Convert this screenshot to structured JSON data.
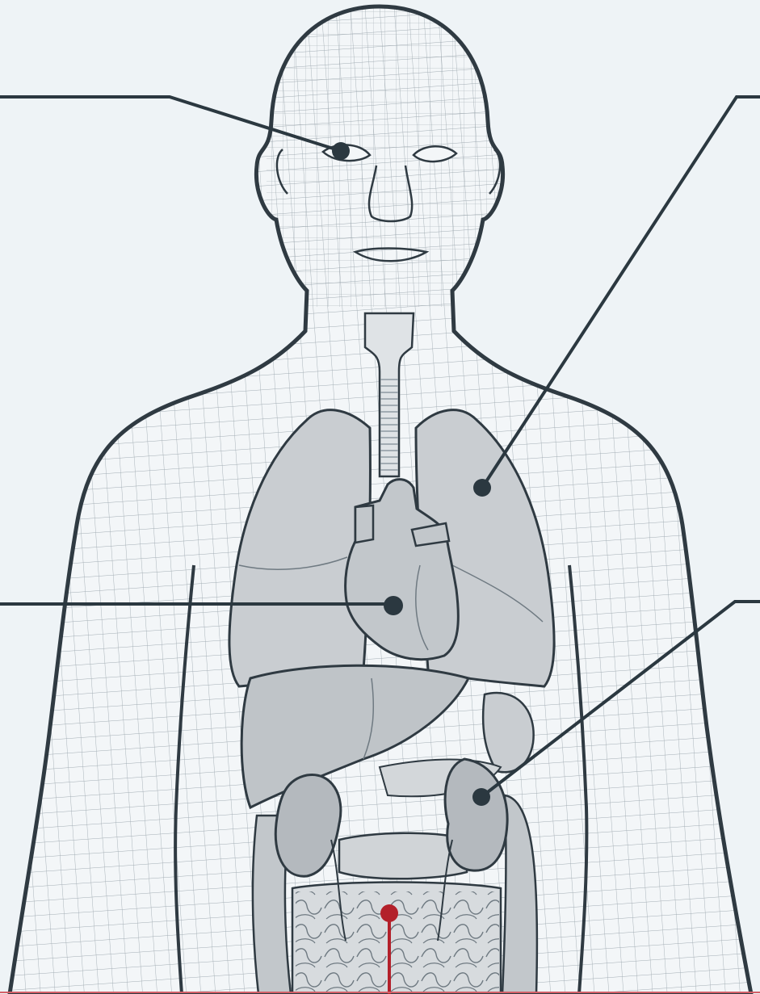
{
  "colors": {
    "background": "#eef3f6",
    "outline": "#2f3a42",
    "mesh": "#8e9aa2",
    "organ_fill": "#c9cdd1",
    "organ_dark": "#b4b9be",
    "marker": "#2b3840",
    "accent_red": "#b3202a"
  },
  "labels": [
    {
      "id": "eye",
      "text": ""
    },
    {
      "id": "lung",
      "text": ""
    },
    {
      "id": "heart",
      "text": ""
    },
    {
      "id": "kidney",
      "text": ""
    },
    {
      "id": "intestine",
      "text": ""
    }
  ]
}
